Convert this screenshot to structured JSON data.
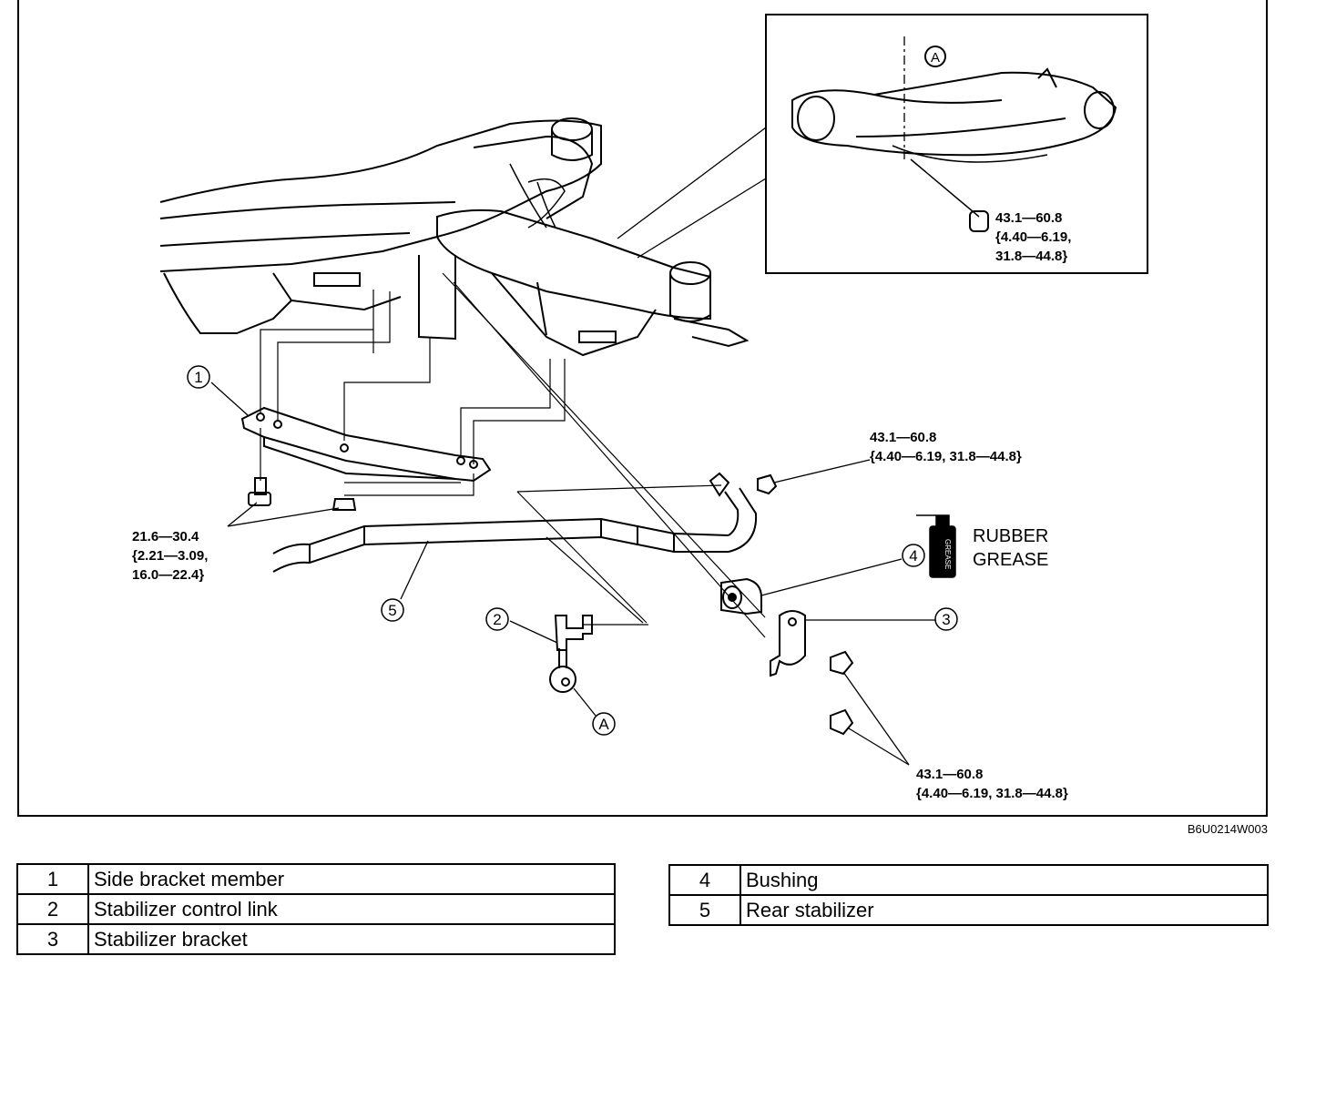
{
  "callouts": {
    "c1": "1",
    "c2": "2",
    "c3": "3",
    "c4": "4",
    "c5": "5",
    "a_top": "A",
    "a_link": "A"
  },
  "torque": {
    "inset": "43.1—60.8\n{4.40—6.19,\n31.8—44.8}",
    "stabilizer_nut": "43.1—60.8\n{4.40—6.19, 31.8—44.8}",
    "side_bracket": "21.6—30.4\n{2.21—3.09,\n16.0—22.4}",
    "bracket_bolts": "43.1—60.8\n{4.40—6.19, 31.8—44.8}"
  },
  "grease": {
    "label": "RUBBER\nGREASE",
    "can_text": "GREASE"
  },
  "figure_code": "B6U0214W003",
  "legend_left": [
    {
      "num": "1",
      "text": "Side bracket member"
    },
    {
      "num": "2",
      "text": "Stabilizer control link"
    },
    {
      "num": "3",
      "text": "Stabilizer bracket"
    }
  ],
  "legend_right": [
    {
      "num": "4",
      "text": "Bushing"
    },
    {
      "num": "5",
      "text": "Rear stabilizer"
    }
  ]
}
